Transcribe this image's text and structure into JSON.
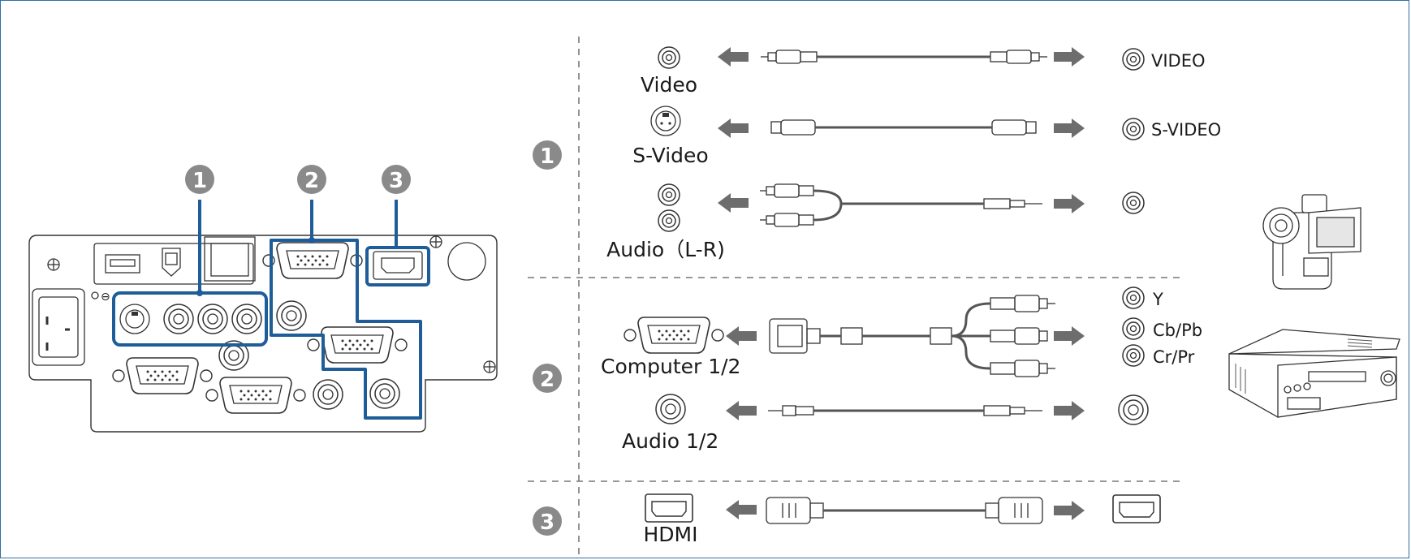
{
  "markers": [
    "1",
    "2",
    "3"
  ],
  "rows": {
    "video": {
      "device_label": "Video",
      "port_label": "VIDEO"
    },
    "svideo": {
      "device_label": "S-Video",
      "port_label": "S-VIDEO"
    },
    "audio_lr": {
      "device_label": "Audio（L-R)"
    },
    "component": {
      "port_labels": [
        "Y",
        "Cb/Pb",
        "Cr/Pr"
      ]
    },
    "computer": {
      "device_label": "Computer 1/2"
    },
    "audio12": {
      "device_label": "Audio 1/2"
    },
    "hdmi": {
      "device_label": "HDMI"
    }
  },
  "colors": {
    "frame": "#2d6fa6",
    "highlight": "#1f5d99",
    "badge": "#8a8a8a",
    "arrow": "#6d6d6d"
  },
  "icons": [
    "rca-jack-icon",
    "svideo-jack-icon",
    "vga-port-icon",
    "hdmi-port-icon",
    "camcorder-icon",
    "dvd-player-icon",
    "arrow-left-icon",
    "arrow-right-icon"
  ]
}
